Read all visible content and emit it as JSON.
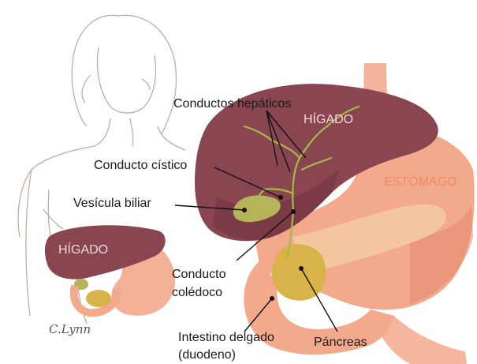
{
  "colors": {
    "liver": "#8a4650",
    "liver_shadow": "#6e3340",
    "stomach": "#f2a98c",
    "stomach_dark": "#e48a70",
    "pancreas": "#f4c9a0",
    "gallbladder": "#b5b45a",
    "pancreas_head": "#d9b24a",
    "duct": "#a9b84a",
    "skin_line": "#b9a89c",
    "organ_label_liver": "#f0d8dc",
    "organ_label_stomach": "#f08a6a"
  },
  "labels": {
    "conductos_hepaticos": "Conductos hepáticos",
    "higado_large": "HÍGADO",
    "conducto_cistico": "Conducto cístico",
    "estomago": "ESTÓMAGO",
    "vesicula_biliar": "Vesícula biliar",
    "higado_small": "HÍGADO",
    "conducto_coledoco_1": "Conducto",
    "conducto_coledoco_2": "colédoco",
    "intestino_1": "Intestino delgado",
    "intestino_2": "(duodeno)",
    "pancreas": "Páncreas"
  },
  "signature": "C.Lynn"
}
